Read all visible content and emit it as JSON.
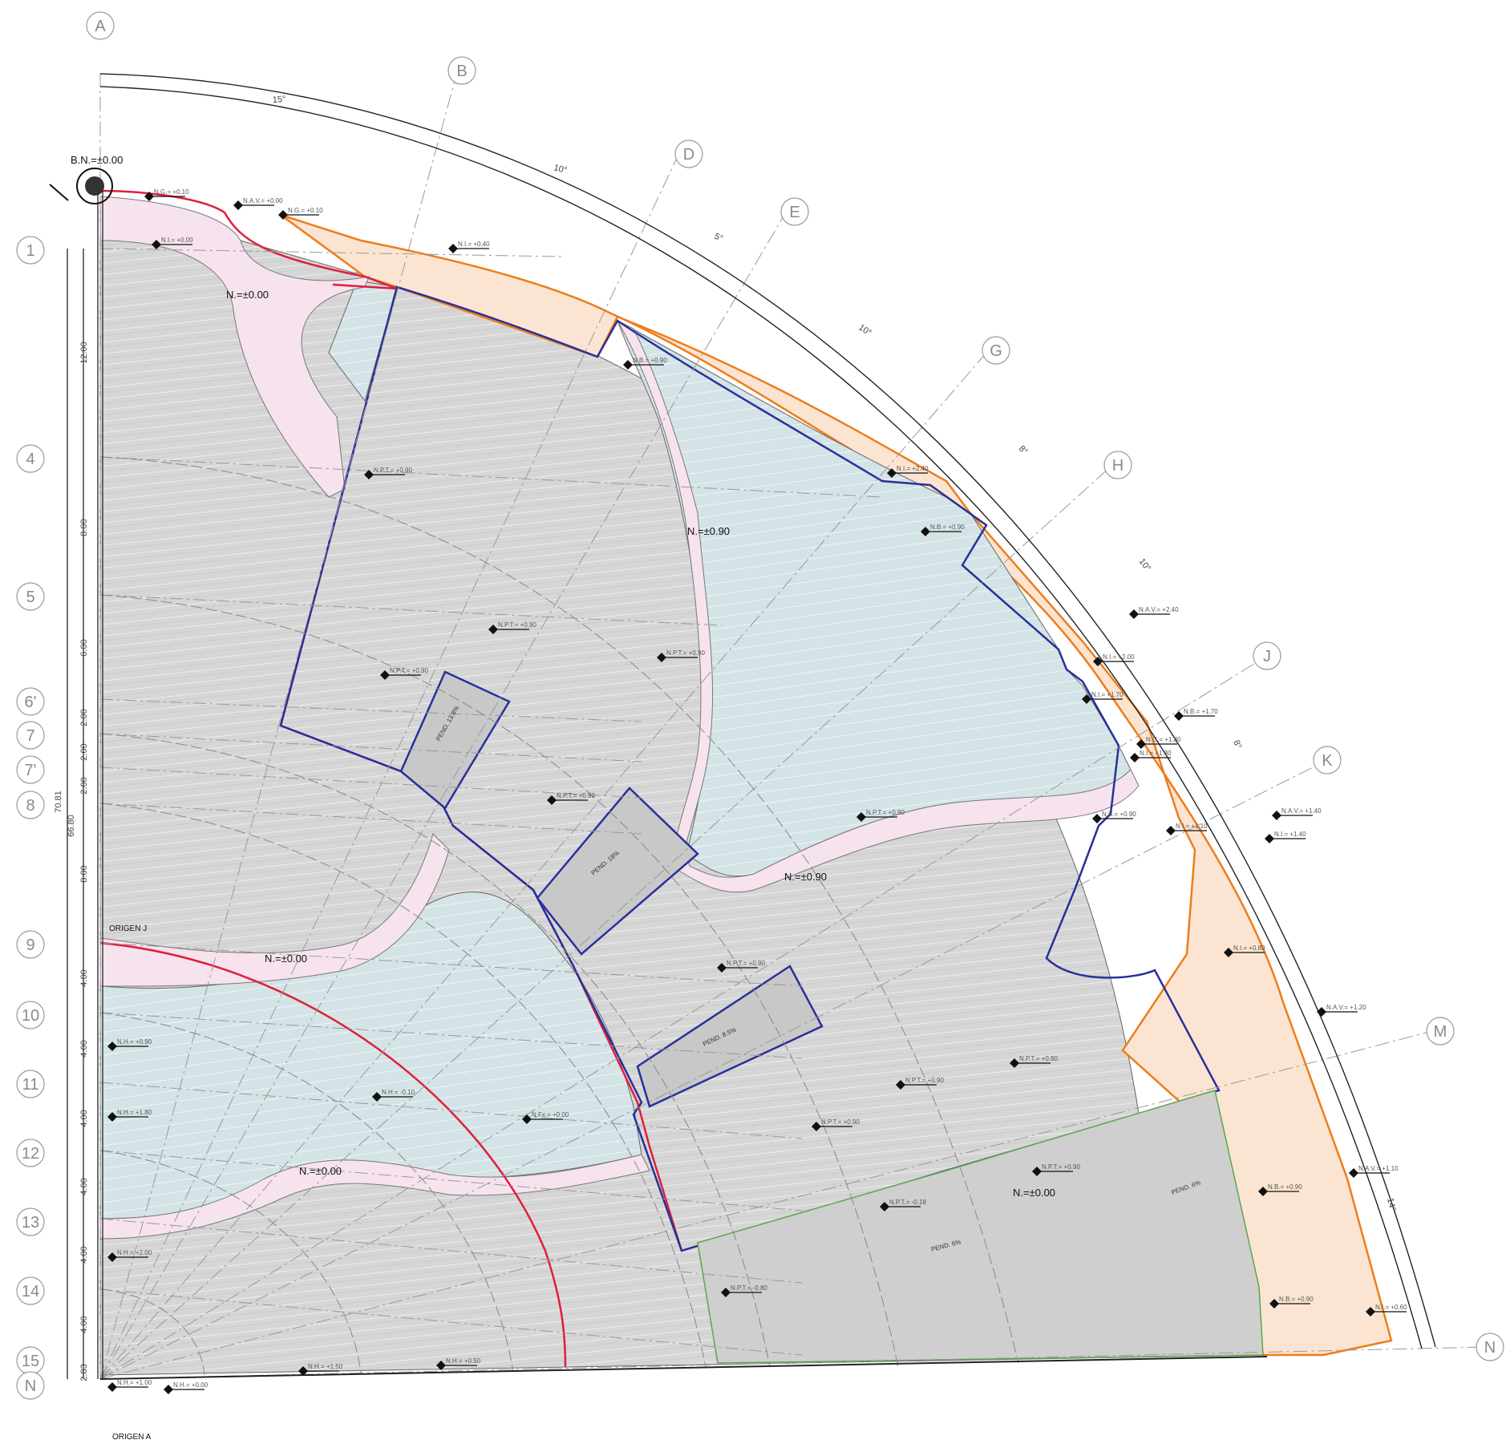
{
  "colors": {
    "hardscape": "#d6d6d6",
    "water": "#d3e3e6",
    "path": "#f6e3ee",
    "orange_zone": "#fbe5d2",
    "orange_line": "#ee7d1a",
    "red_line": "#e01e3c",
    "blue_line": "#27309a",
    "green_line": "#59a84a"
  },
  "grid": {
    "radial_labels": [
      "A",
      "B",
      "D",
      "E",
      "G",
      "H",
      "J",
      "K",
      "M",
      "N"
    ],
    "row_labels": [
      "1",
      "4",
      "5",
      "6'",
      "7",
      "7'",
      "8",
      "9",
      "10",
      "11",
      "12",
      "13",
      "14",
      "15",
      "N"
    ],
    "arc_angles": [
      "15°",
      "10°",
      "5°",
      "10°",
      "8°",
      "10°",
      "8°",
      "14°"
    ],
    "dimensions": [
      "12.00",
      "8.00",
      "6.00",
      "2.00",
      "2.00",
      "2.00",
      "8.00",
      "4.00",
      "4.00",
      "4.00",
      "4.00",
      "4.00",
      "4.00",
      "2.83"
    ],
    "overall_dims": [
      "70.81",
      "66.80"
    ]
  },
  "benchmark": "B.N.=±0.00",
  "origins": [
    "ORIGEN J",
    "ORIGEN A"
  ],
  "levels_big": [
    "N.=±0.00",
    "N.=±0.90",
    "N.=±0.90",
    "N.=±0.00",
    "N.=±0.00",
    "N.=±0.00"
  ],
  "slopes": [
    "PEND. 13.8%",
    "PEND. 18%",
    "PEND. 8.5%",
    "PEND. 6%",
    "PEND. 6%"
  ],
  "spot_levels": [
    "N.G.= +0.10",
    "N.A.V.= +0.00",
    "N.G.= +0.10",
    "N.I.= +0.00",
    "N.I.= +0.40",
    "N.B.= +0.90",
    "N.P.T.= +0.90",
    "N.P.T.= +0.90",
    "N.P.T.= +0.90",
    "N.P.T.= +0.90",
    "N.I.= +2.40",
    "N.B.= +0.90",
    "N.A.V.= +2.40",
    "N.I.= +2.00",
    "N.I.= +1.70",
    "N.B.= +1.70",
    "N.G.= +1.80",
    "N.I.= +1.30",
    "N.P.T.= +0.90",
    "N.P.T.= +0.90",
    "N.B.= +0.90",
    "N.I.= +1.10",
    "N.A.V.= +1.40",
    "N.I.= +1.40",
    "N.I.= +0.80",
    "N.P.T.= +0.90",
    "N.A.V.= +1.20",
    "N.H.= +0.90",
    "N.H.= -0.10",
    "N.Fx.= +0.00",
    "N.P.T.= +0.90",
    "N.P.T.= +0.90",
    "N.P.T.= +0.90",
    "N.H.= +1.80",
    "N.P.T.= +0.90",
    "N.P.T.= -0.18",
    "N.B.= +0.90",
    "N.A.V.= +1.10",
    "N.H.= +2.00",
    "N.P.T.= -0.80",
    "N.B.= +0.90",
    "N.I.= +0.60",
    "N.H.= +1.50",
    "N.H.= +0.50",
    "N.H.= +1.00",
    "N.H.= +0.00"
  ]
}
